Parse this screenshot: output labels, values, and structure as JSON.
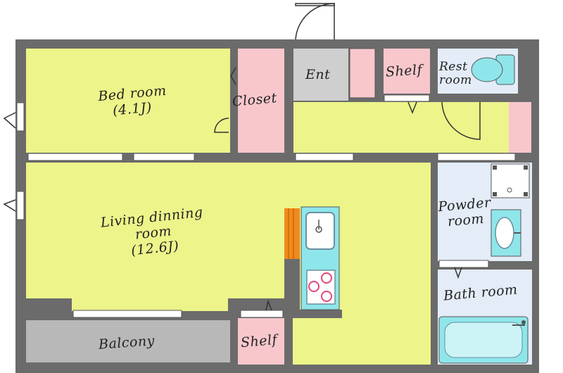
{
  "colors": {
    "wall": "#6b6b6b",
    "living": "#ecf48a",
    "storage": "#f7c7cc",
    "wet": "#e3ecf7",
    "entrance": "#cfcfcf",
    "balcony": "#b8b8b8",
    "kitchen": "#8fe6ea",
    "counter": "#f08a1c"
  },
  "rooms": {
    "bedroom": {
      "name": "Bed room",
      "size": "(4.1J)"
    },
    "closet": {
      "name": "Closet"
    },
    "entrance": {
      "name": "Ent"
    },
    "shelf_top": {
      "name": "Shelf"
    },
    "restroom": {
      "line1": "Rest",
      "line2": "room"
    },
    "living": {
      "line1": "Living dinning",
      "line2": "room",
      "size": "(12.6J)"
    },
    "powder": {
      "line1": "Powder",
      "line2": "room"
    },
    "bath": {
      "name": "Bath room"
    },
    "balcony": {
      "name": "Balcony"
    },
    "shelf_bottom": {
      "name": "Shelf"
    }
  }
}
